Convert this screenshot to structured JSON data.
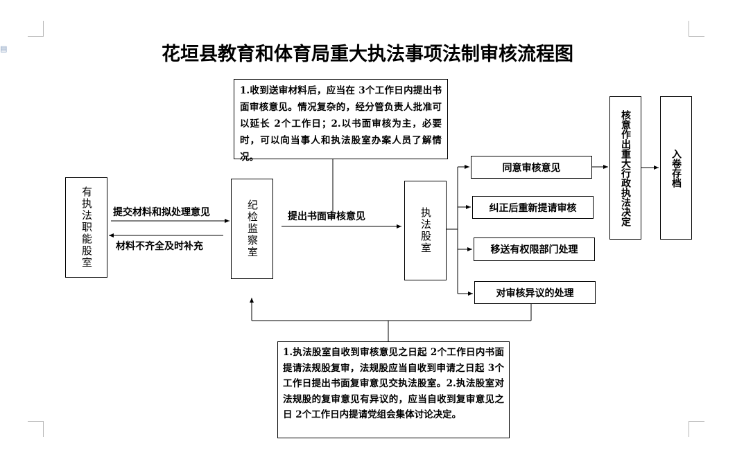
{
  "title": "花垣县教育和体育局重大执法事项法制审核流程图",
  "nodes": {
    "functional_unit": "有执法职能股室",
    "discipline_office": "纪检监察室",
    "legal_unit": "执法股室",
    "decision": "核意作出重大行政执法决定",
    "archive": "入卷存档"
  },
  "outcomes": [
    "同意审核意见",
    "纠正后重新提请审核",
    "移送有权限部门处理",
    "对审核异议的处理"
  ],
  "edge_labels": {
    "submit": "提交材料和拟处理意见",
    "supplement": "材料不齐全及时补充",
    "written_opinion": "提出书面审核意见"
  },
  "notes": {
    "top": "1.收到送审材料后，应当在 3个工作日内提出书面审核意见。情况复杂的，经分管负责人批准可以延长 2个工作日；2.以书面审核为主，必要时，可以向当事人和执法股室办案人员了解情况。",
    "bottom": "1.执法股室自收到审核意见之日起 2个工作日内书面提请法规股复审，法规股应当自收到申请之日起 3个工作日提出书面复审意见交执法股室。2.执法股室对法规股的复审意见有异议的，应当自收到复审意见之日 2个工作日内提请党组会集体讨论决定。"
  },
  "colors": {
    "line": "#000000",
    "corner_marks": "#b5b5b5"
  }
}
